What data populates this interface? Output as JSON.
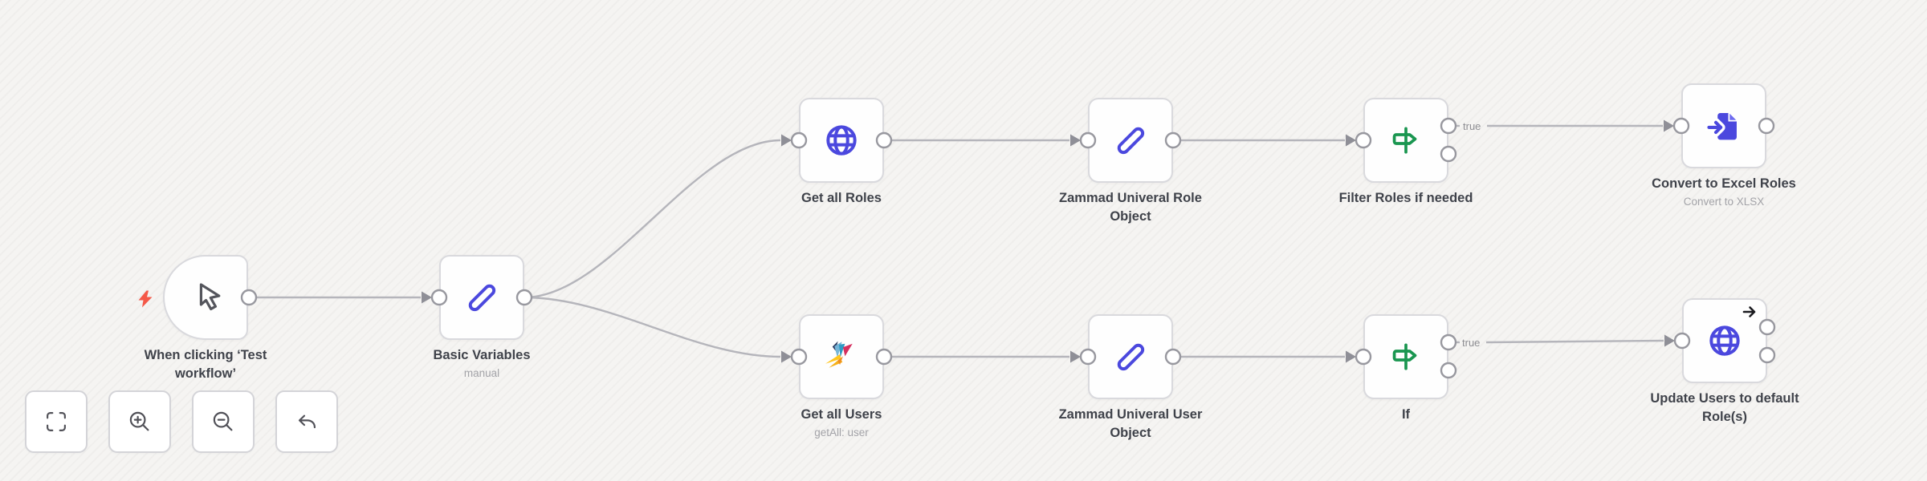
{
  "workflow": {
    "nodes": [
      {
        "id": "when-clicking-test-workflow",
        "label": "When clicking ‘Test workflow’",
        "subtitle": "",
        "icon": "cursor-icon"
      },
      {
        "id": "basic-variables",
        "label": "Basic Variables",
        "subtitle": "manual",
        "icon": "pencil-icon"
      },
      {
        "id": "get-all-roles",
        "label": "Get all Roles",
        "subtitle": "",
        "icon": "globe-icon"
      },
      {
        "id": "zammad-univeral-role-object",
        "label": "Zammad Univeral Role Object",
        "subtitle": "",
        "icon": "pencil-icon"
      },
      {
        "id": "filter-roles-if-needed",
        "label": "Filter Roles if needed",
        "subtitle": "",
        "icon": "signpost-icon"
      },
      {
        "id": "convert-to-excel-roles",
        "label": "Convert to Excel Roles",
        "subtitle": "Convert to XLSX",
        "icon": "file-import-icon"
      },
      {
        "id": "get-all-users",
        "label": "Get all Users",
        "subtitle": "getAll: user",
        "icon": "zammad-logo-icon"
      },
      {
        "id": "zammad-univeral-user-object",
        "label": "Zammad Univeral User Object",
        "subtitle": "",
        "icon": "pencil-icon"
      },
      {
        "id": "if",
        "label": "If",
        "subtitle": "",
        "icon": "signpost-icon"
      },
      {
        "id": "update-users-to-default-roles",
        "label": "Update Users to default Role(s)",
        "subtitle": "",
        "icon": "globe-icon"
      }
    ],
    "edge_labels": {
      "filter_true": "true",
      "if_true": "true"
    },
    "colors": {
      "accent_indigo": "#4b48de",
      "accent_green": "#1a9650",
      "accent_red": "#f45848",
      "edge_gray": "#b5b5bb",
      "canvas_bg": "#f5f4f2"
    }
  },
  "toolbar": {
    "buttons": [
      {
        "id": "zoom-to-fit",
        "icon": "expand-icon"
      },
      {
        "id": "zoom-in",
        "icon": "zoom-in-icon"
      },
      {
        "id": "zoom-out",
        "icon": "zoom-out-icon"
      },
      {
        "id": "reset",
        "icon": "undo-icon"
      }
    ]
  }
}
